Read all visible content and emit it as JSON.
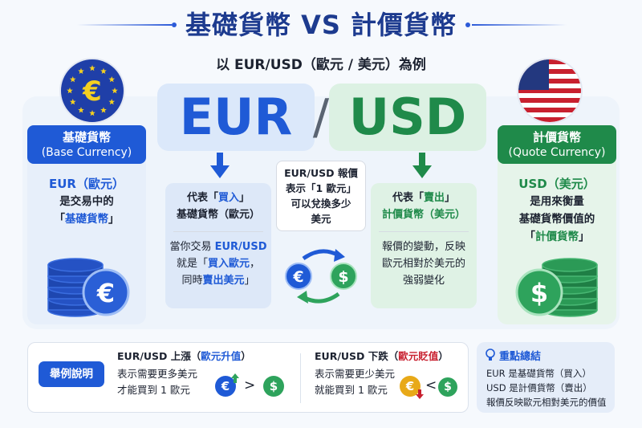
{
  "title": "基礎貨幣 VS 計價貨幣",
  "subtitle": "以 EUR/USD（歐元 / 美元）為例",
  "pair": {
    "base": "EUR",
    "slash": "/",
    "quote": "USD"
  },
  "base_panel": {
    "head_line1": "基礎貨幣",
    "head_line2": "(Base Currency)",
    "line1": "EUR（歐元）",
    "line2": "是交易中的",
    "line3_pre": "「",
    "line3_mid": "基礎貨幣",
    "line3_post": "」"
  },
  "quote_panel": {
    "head_line1": "計價貨幣",
    "head_line2": "(Quote Currency)",
    "line1": "USD（美元）",
    "line2": "是用來衡量",
    "line3": "基礎貨幣價值的",
    "line4_pre": "「",
    "line4_mid": "計價貨幣",
    "line4_post": "」"
  },
  "buy_card": {
    "line1_pre": "代表「",
    "line1_mid": "買入",
    "line1_post": "」",
    "line2": "基礎貨幣（歐元）",
    "body_line1_pre": "當你交易 ",
    "body_line1_mid": "EUR/USD",
    "body_line2_pre": "就是「",
    "body_line2_mid": "買入歐元",
    "body_line2_post": "，",
    "body_line3_pre": "同時",
    "body_line3_mid": "賣出美元",
    "body_line3_post": "」"
  },
  "quote_explain": {
    "line1": "EUR/USD 報價",
    "line2": "表示「1 歐元」",
    "line3": "可以兌換多少",
    "line4": "美元"
  },
  "sell_card": {
    "line1_pre": "代表「",
    "line1_mid": "賣出",
    "line1_post": "」",
    "line2": "計價貨幣（美元）",
    "body_line1": "報價的變動，反映",
    "body_line2": "歐元相對於美元的",
    "body_line3": "強弱變化"
  },
  "example": {
    "button": "舉例說明",
    "up_title_pre": "EUR/USD 上漲（",
    "up_title_mid": "歐元升值",
    "up_title_post": "）",
    "up_line1": "表示需要更多美元",
    "up_line2": "才能買到 1 歐元",
    "up_symbol": ">",
    "down_title_pre": "EUR/USD 下跌（",
    "down_title_mid": "歐元貶值",
    "down_title_post": "）",
    "down_line1": "表示需要更少美元",
    "down_line2": "就能買到 1 歐元",
    "down_symbol": "<"
  },
  "summary": {
    "title": "重點總結",
    "line1": "EUR 是基礎貨幣（買入）",
    "line2": "USD 是計價貨幣（賣出）",
    "line3": "報價反映歐元相對美元的價值"
  },
  "symbols": {
    "euro": "€",
    "dollar": "$"
  },
  "icons": [
    "eu-flag-icon",
    "us-flag-icon",
    "euro-coin-stack-icon",
    "dollar-coin-stack-icon",
    "exchange-cycle-icon",
    "down-arrow-icon",
    "lightbulb-icon"
  ],
  "colors": {
    "blue": "#1f5ad6",
    "green": "#1f8a4a",
    "title": "#1d3b8f"
  }
}
